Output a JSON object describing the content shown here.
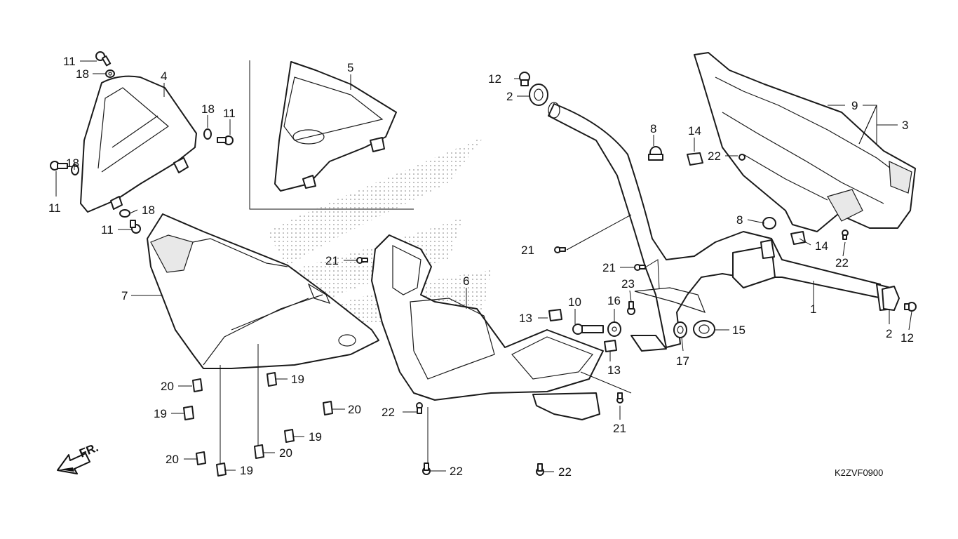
{
  "diagram_code": "K2ZVF0900",
  "direction_label": "FR.",
  "callouts": [
    {
      "id": "c11a",
      "text": "11"
    },
    {
      "id": "c18a",
      "text": "18"
    },
    {
      "id": "c4",
      "text": "4"
    },
    {
      "id": "c18b",
      "text": "18"
    },
    {
      "id": "c11b",
      "text": "11"
    },
    {
      "id": "c18c",
      "text": "18"
    },
    {
      "id": "c11c",
      "text": "11"
    },
    {
      "id": "c18d",
      "text": "18"
    },
    {
      "id": "c11d",
      "text": "11"
    },
    {
      "id": "c5",
      "text": "5"
    },
    {
      "id": "c7",
      "text": "7"
    },
    {
      "id": "c20a",
      "text": "20"
    },
    {
      "id": "c19a",
      "text": "19"
    },
    {
      "id": "c19b",
      "text": "19"
    },
    {
      "id": "c20b",
      "text": "20"
    },
    {
      "id": "c19c",
      "text": "19"
    },
    {
      "id": "c20c",
      "text": "20"
    },
    {
      "id": "c20d",
      "text": "20"
    },
    {
      "id": "c19d",
      "text": "19"
    },
    {
      "id": "c21a",
      "text": "21"
    },
    {
      "id": "c6",
      "text": "6"
    },
    {
      "id": "c22a",
      "text": "22"
    },
    {
      "id": "c22b",
      "text": "22"
    },
    {
      "id": "c22c",
      "text": "22"
    },
    {
      "id": "c12a",
      "text": "12"
    },
    {
      "id": "c2a",
      "text": "2"
    },
    {
      "id": "c8a",
      "text": "8"
    },
    {
      "id": "c14a",
      "text": "14"
    },
    {
      "id": "c22d",
      "text": "22"
    },
    {
      "id": "c9",
      "text": "9"
    },
    {
      "id": "c3",
      "text": "3"
    },
    {
      "id": "c21b",
      "text": "21"
    },
    {
      "id": "c21c",
      "text": "21"
    },
    {
      "id": "c8b",
      "text": "8"
    },
    {
      "id": "c14b",
      "text": "14"
    },
    {
      "id": "c22e",
      "text": "22"
    },
    {
      "id": "c23",
      "text": "23"
    },
    {
      "id": "c10",
      "text": "10"
    },
    {
      "id": "c16",
      "text": "16"
    },
    {
      "id": "c13a",
      "text": "13"
    },
    {
      "id": "c13b",
      "text": "13"
    },
    {
      "id": "c21d",
      "text": "21"
    },
    {
      "id": "c17",
      "text": "17"
    },
    {
      "id": "c15",
      "text": "15"
    },
    {
      "id": "c1",
      "text": "1"
    },
    {
      "id": "c2b",
      "text": "2"
    },
    {
      "id": "c12b",
      "text": "12"
    }
  ]
}
